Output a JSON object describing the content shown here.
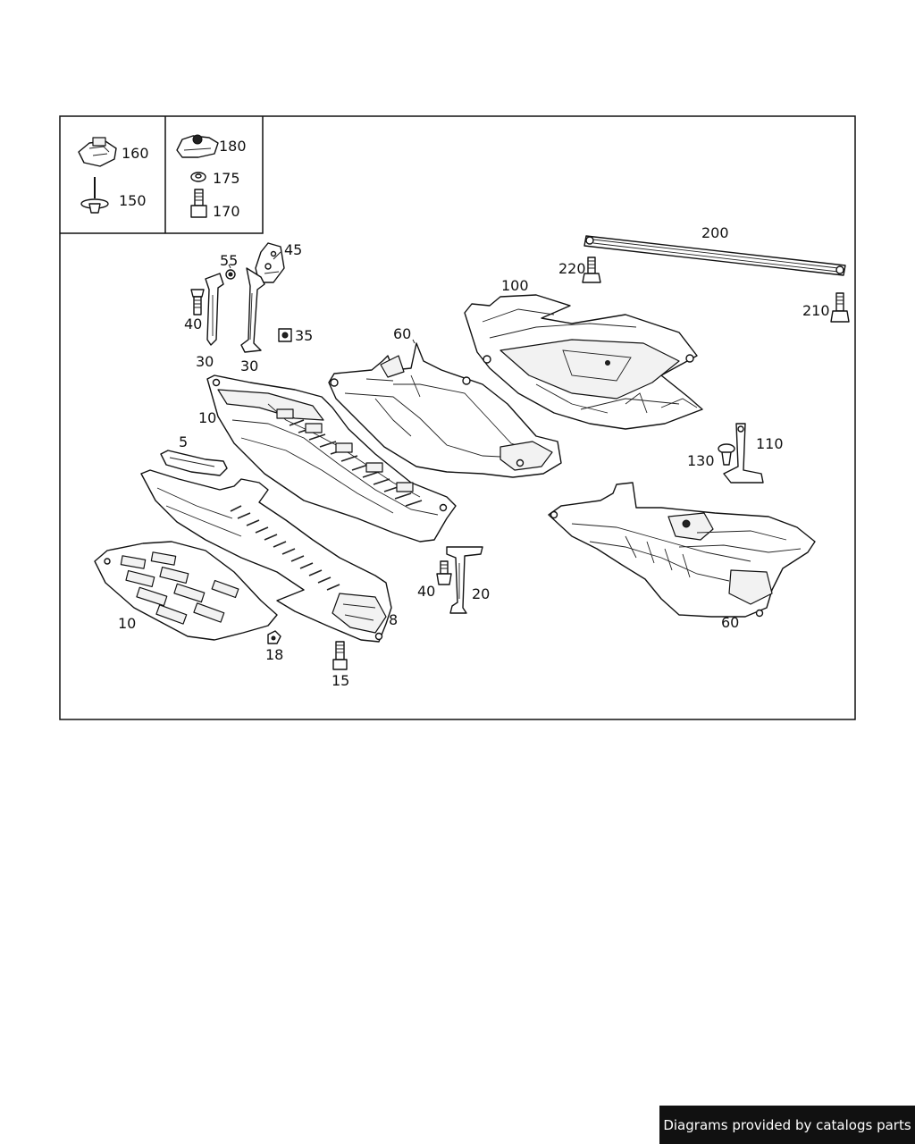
{
  "callouts": {
    "c160": "160",
    "c150": "150",
    "c180": "180",
    "c175": "175",
    "c170": "170",
    "c200": "200",
    "c220": "220",
    "c210": "210",
    "c100": "100",
    "c45": "45",
    "c55": "55",
    "c40a": "40",
    "c30a": "30",
    "c30b": "30",
    "c35": "35",
    "c60a": "60",
    "c10a": "10",
    "c5": "5",
    "c110": "110",
    "c130": "130",
    "c10b": "10",
    "c18": "18",
    "c15": "15",
    "c8": "8",
    "c40b": "40",
    "c20": "20",
    "c60b": "60"
  },
  "footer": {
    "credit": "Diagrams provided by catalogs parts"
  }
}
